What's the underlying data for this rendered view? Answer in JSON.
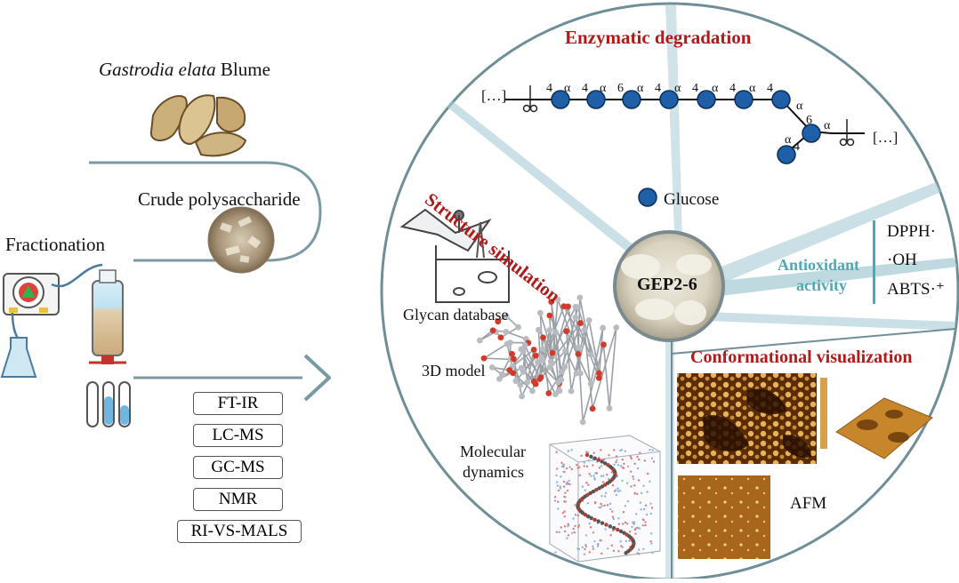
{
  "left": {
    "plant_italic": "Gastrodia elata",
    "plant_rest": "Blume",
    "crude": "Crude polysaccharide",
    "fractionation": "Fractionation",
    "methods": [
      "FT-IR",
      "LC-MS",
      "GC-MS",
      "NMR",
      "RI-VS-MALS"
    ]
  },
  "center": {
    "label": "GEP2-6"
  },
  "enzymatic": {
    "title": "Enzymatic degradation",
    "ellipsis_left": "[…]",
    "ellipsis_right": "[…]",
    "chain_links": [
      "4",
      "α",
      "4",
      "α",
      "6",
      "α",
      "4",
      "α",
      "4",
      "α",
      "4",
      "α",
      "4"
    ],
    "branch_links": [
      "α",
      "6",
      "α",
      "α",
      "4"
    ],
    "legend": "Glucose"
  },
  "antioxidant": {
    "title_line1": "Antioxidant",
    "title_line2": "activity",
    "items": [
      "DPPH·",
      "·OH",
      "ABTS·⁺"
    ]
  },
  "structure": {
    "title": "Structure simulation",
    "glycan": "Glycan database",
    "model": "3D model",
    "md_line1": "Molecular",
    "md_line2": "dynamics"
  },
  "conformation": {
    "title": "Conformational visualization",
    "afm": "AFM"
  },
  "colors": {
    "accent_red": "#b21a1a",
    "teal": "#4aa9b6",
    "glucose": "#1f5fa8",
    "divider": "#6f8f98"
  }
}
